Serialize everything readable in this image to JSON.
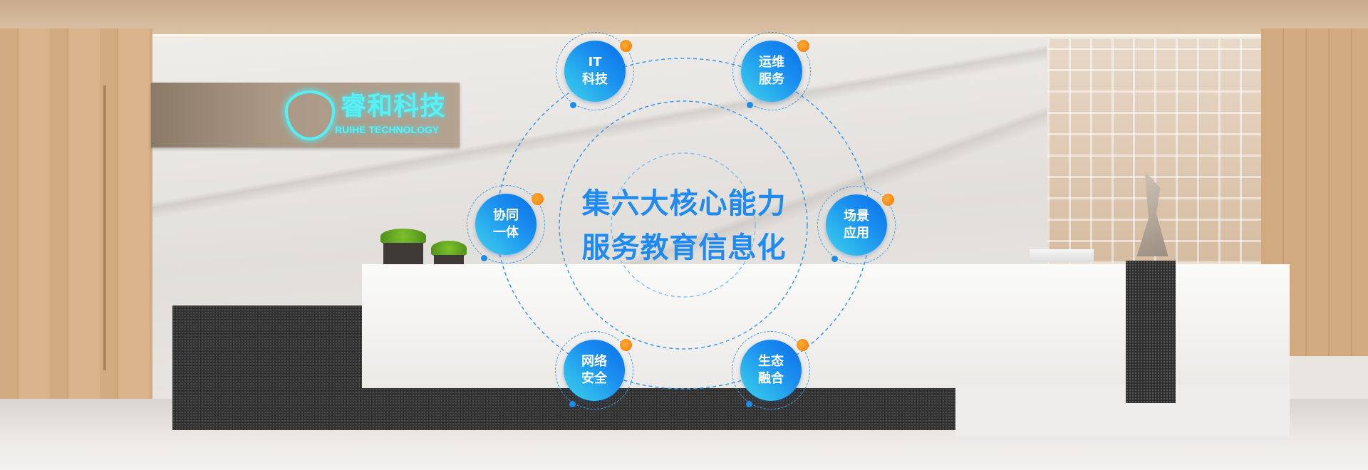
{
  "logo": {
    "name_cn": "睿和科技",
    "name_en": "RUIHE TECHNOLOGY"
  },
  "headline": {
    "line1": "集六大核心能力",
    "line2": "服务教育信息化"
  },
  "capabilities": [
    {
      "line1": "IT",
      "line2": "科技"
    },
    {
      "line1": "运维",
      "line2": "服务"
    },
    {
      "line1": "协同",
      "line2": "一体"
    },
    {
      "line1": "场景",
      "line2": "应用"
    },
    {
      "line1": "网络",
      "line2": "安全"
    },
    {
      "line1": "生态",
      "line2": "融合"
    }
  ],
  "colors": {
    "accent": "#1e8af2",
    "orange": "#f07a0a",
    "logo_glow": "#58f2f6"
  }
}
